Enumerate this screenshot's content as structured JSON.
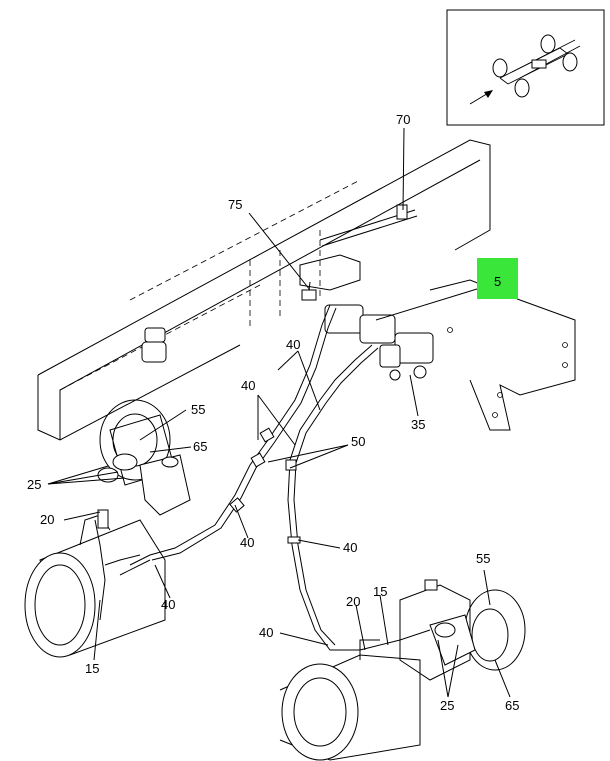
{
  "highlight_color": "#39e639",
  "callouts": {
    "c70": "70",
    "c75": "75",
    "c5": "5",
    "c40a": "40",
    "c40b": "40",
    "c55a": "55",
    "c65a": "65",
    "c25a": "25",
    "c50": "50",
    "c35": "35",
    "c20a": "20",
    "c40c": "40",
    "c40d": "40",
    "c40e": "40",
    "c15a": "15",
    "c55b": "55",
    "c15b": "15",
    "c20b": "20",
    "c40f": "40",
    "c25b": "25",
    "c65b": "65"
  }
}
